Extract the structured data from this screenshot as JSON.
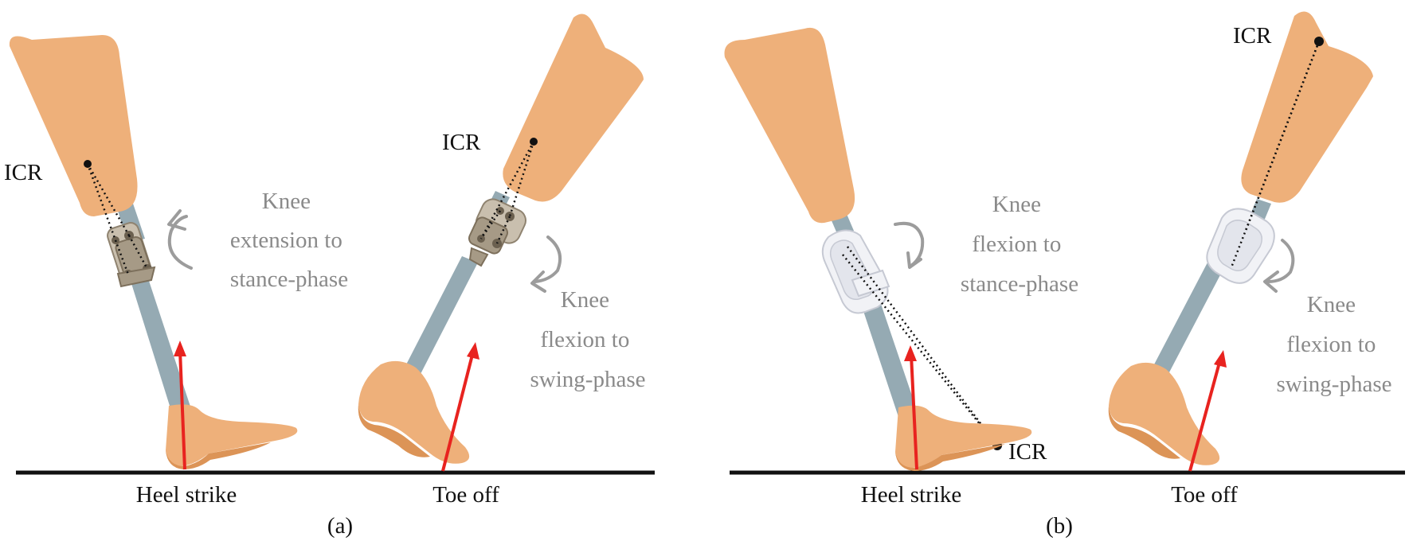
{
  "figure": {
    "panels": [
      {
        "id": "a",
        "label": "(a)",
        "legs": [
          {
            "caption": "Heel strike",
            "icr_label": "ICR",
            "annotation": [
              "Knee",
              "extension to",
              "stance-phase"
            ]
          },
          {
            "caption": "Toe off",
            "icr_label": "ICR",
            "annotation": [
              "Knee",
              "flexion to",
              "swing-phase"
            ]
          }
        ]
      },
      {
        "id": "b",
        "label": "(b)",
        "legs": [
          {
            "caption": "Heel strike",
            "icr_label": "ICR",
            "annotation": [
              "Knee",
              "flexion to",
              "stance-phase"
            ]
          },
          {
            "caption": "Toe off",
            "icr_label": "ICR",
            "annotation": [
              "Knee",
              "flexion to",
              "swing-phase"
            ]
          }
        ]
      }
    ],
    "colors": {
      "skin": "#eeb07a",
      "pylon": "#95aab3",
      "ground_reaction_force": "#e8231f",
      "annotation_text": "#8a8a8a",
      "polycentric_knee": "#c9bfae",
      "white_knee": "#f1f2f6"
    }
  }
}
